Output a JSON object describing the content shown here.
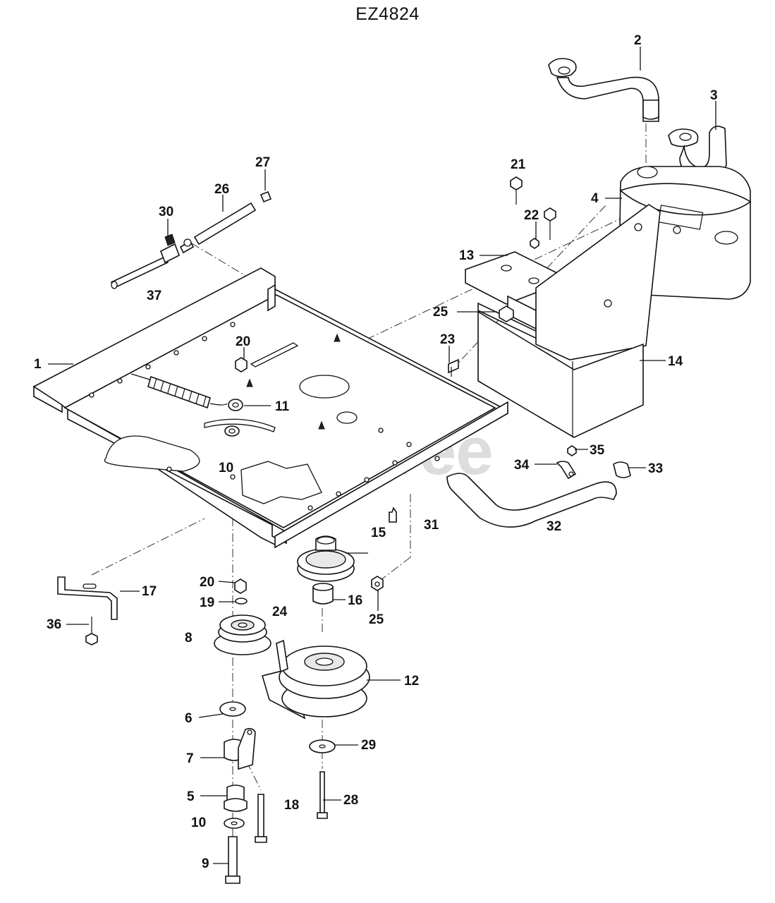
{
  "diagram": {
    "title": "EZ4824",
    "watermark": "PartsTree",
    "callouts": [
      {
        "id": "2",
        "label": "2"
      },
      {
        "id": "3",
        "label": "3"
      },
      {
        "id": "4",
        "label": "4"
      },
      {
        "id": "21",
        "label": "21"
      },
      {
        "id": "27",
        "label": "27"
      },
      {
        "id": "26",
        "label": "26"
      },
      {
        "id": "30",
        "label": "30"
      },
      {
        "id": "22",
        "label": "22"
      },
      {
        "id": "13",
        "label": "13"
      },
      {
        "id": "37",
        "label": "37"
      },
      {
        "id": "25a",
        "label": "25"
      },
      {
        "id": "23",
        "label": "23"
      },
      {
        "id": "20a",
        "label": "20"
      },
      {
        "id": "14",
        "label": "14"
      },
      {
        "id": "1",
        "label": "1"
      },
      {
        "id": "11",
        "label": "11"
      },
      {
        "id": "35",
        "label": "35"
      },
      {
        "id": "34",
        "label": "34"
      },
      {
        "id": "33",
        "label": "33"
      },
      {
        "id": "10a",
        "label": "10"
      },
      {
        "id": "31",
        "label": "31"
      },
      {
        "id": "32",
        "label": "32"
      },
      {
        "id": "15",
        "label": "15"
      },
      {
        "id": "17",
        "label": "17"
      },
      {
        "id": "20b",
        "label": "20"
      },
      {
        "id": "16",
        "label": "16"
      },
      {
        "id": "19",
        "label": "19"
      },
      {
        "id": "24",
        "label": "24"
      },
      {
        "id": "25b",
        "label": "25"
      },
      {
        "id": "36",
        "label": "36"
      },
      {
        "id": "8",
        "label": "8"
      },
      {
        "id": "12",
        "label": "12"
      },
      {
        "id": "6",
        "label": "6"
      },
      {
        "id": "29",
        "label": "29"
      },
      {
        "id": "7",
        "label": "7"
      },
      {
        "id": "5",
        "label": "5"
      },
      {
        "id": "18",
        "label": "18"
      },
      {
        "id": "28",
        "label": "28"
      },
      {
        "id": "10b",
        "label": "10"
      },
      {
        "id": "9",
        "label": "9"
      }
    ]
  }
}
